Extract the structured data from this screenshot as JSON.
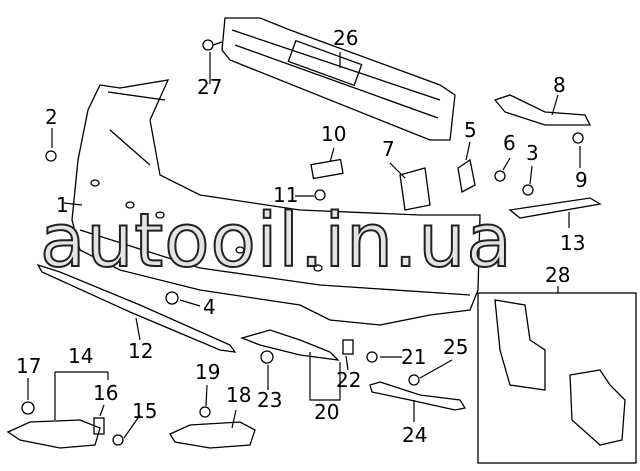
{
  "watermark": "autooil.in.ua",
  "callouts": [
    "1",
    "2",
    "3",
    "4",
    "5",
    "6",
    "7",
    "8",
    "9",
    "10",
    "11",
    "12",
    "13",
    "14",
    "15",
    "16",
    "17",
    "18",
    "19",
    "20",
    "21",
    "22",
    "23",
    "24",
    "25",
    "26",
    "27",
    "28"
  ]
}
